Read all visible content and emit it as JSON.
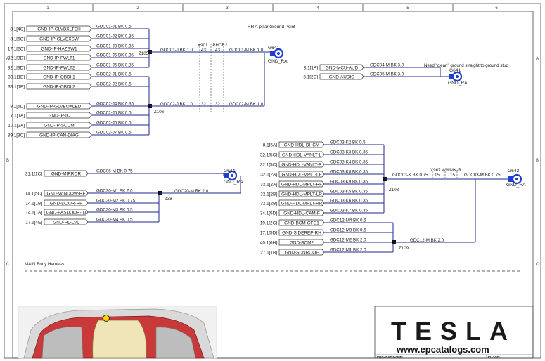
{
  "grid": {
    "cols": [
      "1",
      "2",
      "3",
      "4",
      "5",
      "6"
    ],
    "rows": [
      "A",
      "B",
      "C"
    ]
  },
  "annotations": {
    "rh_pillar": "RH A-pillar Ground Point",
    "ground_stud_note": "Need \"clean\" ground straight to ground stud",
    "harness": "MAIN Body Harness"
  },
  "inline_connectors": {
    "x901": "X901 : IPHCR2",
    "x901_pins_a": [
      "43",
      "43"
    ],
    "x901_pins_b": [
      "32",
      "32"
    ],
    "x967": "X967 WWMK-R",
    "x967_pins": [
      "15",
      "15"
    ]
  },
  "splices": {
    "z105": "Z105",
    "z106": "Z106",
    "z108": "Z108",
    "z109": "Z109",
    "z38": "Z38"
  },
  "grounds": {
    "g641a": "G641",
    "g641b": "G641",
    "g644": "G644",
    "g642": "G642",
    "gnd_ra": "GND_RA"
  },
  "group1": [
    {
      "ref": "8.1[4C]",
      "name": "GND-IP-GLVBXLTCH",
      "wire": "GDC01-J1 BK 0.5"
    },
    {
      "ref": "8.1[6C]",
      "name": "GND-IP-GLVBXSW",
      "wire": "GDC01-J2 BK 0.35"
    },
    {
      "ref": "17.1[2C]",
      "name": "GND-IP-HAZSW1",
      "wire": "GDC01-J3 BK 0.35"
    },
    {
      "ref": "32.1[3D]",
      "name": "GND-IP-FWLT1",
      "wire": "GDC01-J5 BK 0.35"
    },
    {
      "ref": "32.1[3D]",
      "name": "GND-IP-FWLT2",
      "wire": "GDC01-J6 BK 0.35"
    }
  ],
  "group1_out": {
    "wire": "GDC01-J BK 1.0",
    "wire_m": "GDC01-M BK 1.0"
  },
  "group2": [
    {
      "ref": "39.1[1B]",
      "name": "GND-IP-OBDII1",
      "wire": "GDC02-J1 BK 0.5"
    },
    {
      "ref": "39.1[1B]",
      "name": "GND-IP-OBDII2",
      "wire": "GDC02-J2 BK 0.5"
    },
    {
      "ref": "8.1[6D]",
      "name": "GND-IP-GLVBOXLED",
      "wire": "GDC02-J4 BK 0.35"
    },
    {
      "ref": "7.1[1A]",
      "name": "GND-IP-IC",
      "wire": "GDC02-J5 BK 0.5"
    },
    {
      "ref": "10.1[2A]",
      "name": "GND-IP-SCCM",
      "wire": "GDC02-J6 BK 0.5"
    },
    {
      "ref": "39.1[3C]",
      "name": "GND-IP-CAN-DIAG",
      "wire": "GDC02-J7 BK 0.5"
    }
  ],
  "group2_out": {
    "wire": "GDC02-J BK 1.0",
    "wire_m": "GDC02-M BK 1.0"
  },
  "group3": [
    {
      "ref": "3.1[1A]",
      "name": "GND-MCU-AUD",
      "wire": "GDC04-M BK 3.0"
    },
    {
      "ref": "3.1[2C]",
      "name": "GND-AUDIO",
      "wire": "GDC05-M BK 3.0"
    }
  ],
  "mirror": {
    "ref": "31.1[1C]",
    "name": "GND-MIRROR",
    "wire": "GDC06-M BK 0.75"
  },
  "group4": [
    {
      "ref": "14.1[5C]",
      "name": "GND-WINDOW-RF",
      "wire": "GDC20-M1 BK 2.0"
    },
    {
      "ref": "14.1[1B]",
      "name": "GND-DOOR-RF",
      "wire": "GDC20-M2 BK 0.75"
    },
    {
      "ref": "14.1[1A]",
      "name": "GND-PASDOOR-ID",
      "wire": "GDC20-M3 BK 0.5"
    },
    {
      "ref": "17.1[4E]",
      "name": "GND-HL-LVL",
      "wire": "GDC20-M4 BK 0.5"
    }
  ],
  "group4_out": {
    "wire": "GDC20-M BK 2.0"
  },
  "group5": [
    {
      "ref": "8.1[5A]",
      "name": "GND-HDL-DHCM",
      "wire": "GDC03-K2 BK 0.5"
    },
    {
      "ref": "32.1[5C]",
      "name": "GND-HDL-VANLT-L",
      "wire": "GDC03-K3 BK 0.35"
    },
    {
      "ref": "32.1[5C]",
      "name": "GND-HDL-VANLT-R",
      "wire": "GDC03-K4 BK 0.35"
    },
    {
      "ref": "32.1[2A]",
      "name": "GND-HDL-MPLT-LF",
      "wire": "GDC03-K8 BK 0.35"
    },
    {
      "ref": "32.1[2A]",
      "name": "GND-HDL-MPLT-RF",
      "wire": "GDC03-K9 BK 0.35"
    },
    {
      "ref": "32.1[2B]",
      "name": "GND-HDL-MPLT-LR",
      "wire": "GDC03-K5 BK 0.35"
    },
    {
      "ref": "32.1[2B]",
      "name": "GND-HDL-MPLT-RR",
      "wire": "GDC03-K6 BK 0.35"
    },
    {
      "ref": "34.1[5D]",
      "name": "GND-HDL-CAM-F",
      "wire": "GDC03-K7 BK 0.35"
    }
  ],
  "group5_out": {
    "wire": "GDC03-K BK 0.75",
    "wire_m": "GDC03-M BK 0.75"
  },
  "group6": [
    {
      "ref": "19.1[2C]",
      "name": "GND-BCM-CFG1",
      "wire": "GDC12-M4 BK 0.5"
    },
    {
      "ref": "17.1[5D]",
      "name": "GND-SIDEREP-RH",
      "wire": "GDC12-M3 BK 0.5"
    },
    {
      "ref": "40.1[6H]",
      "name": "GND-BCM2",
      "wire": "GDC12-M2 BK 2.0"
    },
    {
      "ref": "27.1[1B]",
      "name": "GND-SUNROOF",
      "wire": "GDC12-M1 BK 2.0"
    }
  ],
  "group6_out": {
    "wire": "GDC12-M BK 2.0"
  },
  "title_block": {
    "brand": "TESLA",
    "website": "www.epcatalogs.com",
    "project_label": "PROJECT NAME:",
    "phase_label": "PHASE:"
  },
  "colors": {
    "wire": "#1e2a8c",
    "ground": "#1e3fd0",
    "brand": "#1a1a1a"
  }
}
